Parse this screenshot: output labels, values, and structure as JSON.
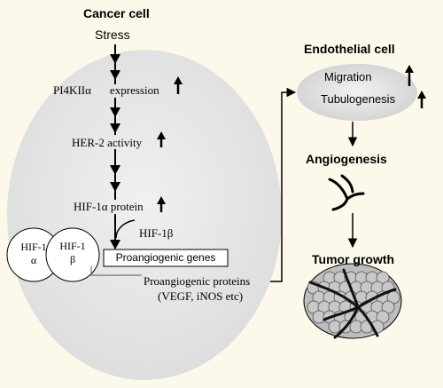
{
  "cancer_cell": {
    "title": "Cancer cell",
    "stress": "Stress",
    "pi4k_label": "PI4KIIα",
    "expression": "expression",
    "her2": "HER-2 activity",
    "hif1a_protein": "HIF-1α protein",
    "hif1b_label": "HIF-1β",
    "circle_left": [
      "HIF-1",
      "α"
    ],
    "circle_right": [
      "HIF-1",
      "β"
    ],
    "proangiogenic_genes": "Proangiogenic genes",
    "proteins_line1": "Proangiogenic proteins",
    "proteins_line2": "(VEGF, iNOS etc)"
  },
  "endothelial_cell": {
    "title": "Endothelial cell",
    "migration": "Migration",
    "tubulogenesis": "Tubulogenesis"
  },
  "outcomes": {
    "angiogenesis": "Angiogenesis",
    "tumor_growth": "Tumor growth"
  },
  "colors": {
    "background": "#fcf9ea",
    "cell_fill": "#e9e9e9",
    "tumor_cell": "#c8c8c8"
  }
}
